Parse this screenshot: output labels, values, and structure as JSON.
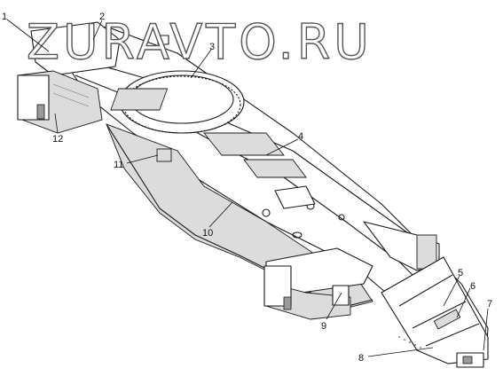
{
  "watermark": "ZURAVTO.RU",
  "callouts": [
    {
      "num": "1"
    },
    {
      "num": "2"
    },
    {
      "num": "3"
    },
    {
      "num": "4"
    },
    {
      "num": "5"
    },
    {
      "num": "6"
    },
    {
      "num": "7"
    },
    {
      "num": "8"
    },
    {
      "num": "9"
    },
    {
      "num": "10"
    },
    {
      "num": "11"
    },
    {
      "num": "12"
    }
  ]
}
